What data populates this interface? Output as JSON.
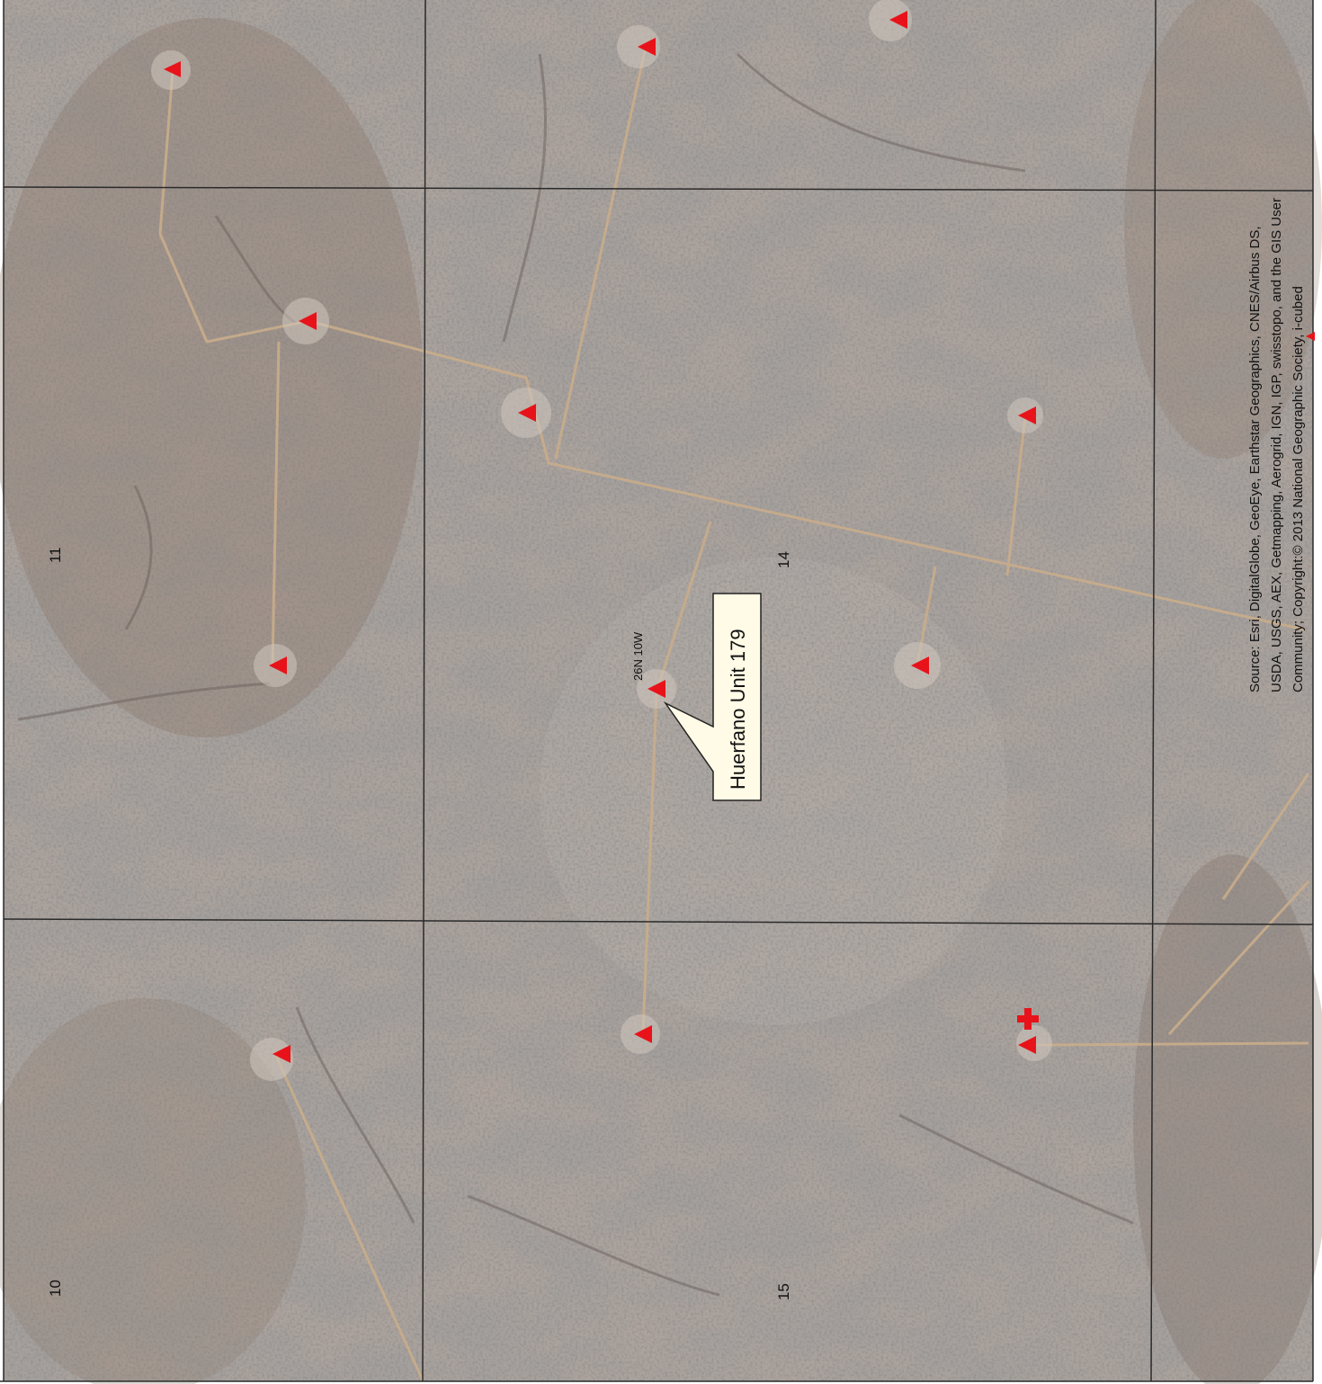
{
  "map": {
    "sections": [
      {
        "id": "s11",
        "label": "11"
      },
      {
        "id": "s10",
        "label": "10"
      },
      {
        "id": "s14",
        "label": "14"
      },
      {
        "id": "s15",
        "label": "15"
      }
    ],
    "township_label": "26N 10W",
    "callout": {
      "text": "Huerfano Unit 179"
    },
    "attribution": [
      "Source: Esri, DigitalGlobe, GeoEye, Earthstar Geographics, CNES/Airbus DS,",
      "USDA, USGS, AEX, Getmapping, Aerogrid, IGN, IGP, swisstopo, and the GIS User",
      "Community; Copyright:© 2013 National Geographic Society, i-cubed"
    ],
    "colors": {
      "well_marker": "#e8131a",
      "grid_line": "#2a2a2a",
      "imagery_base": "#a19c99",
      "callout_bg": "#fffbe6"
    },
    "icons": {
      "well": "red-triangle-well-icon",
      "cross": "red-cross-icon"
    }
  }
}
